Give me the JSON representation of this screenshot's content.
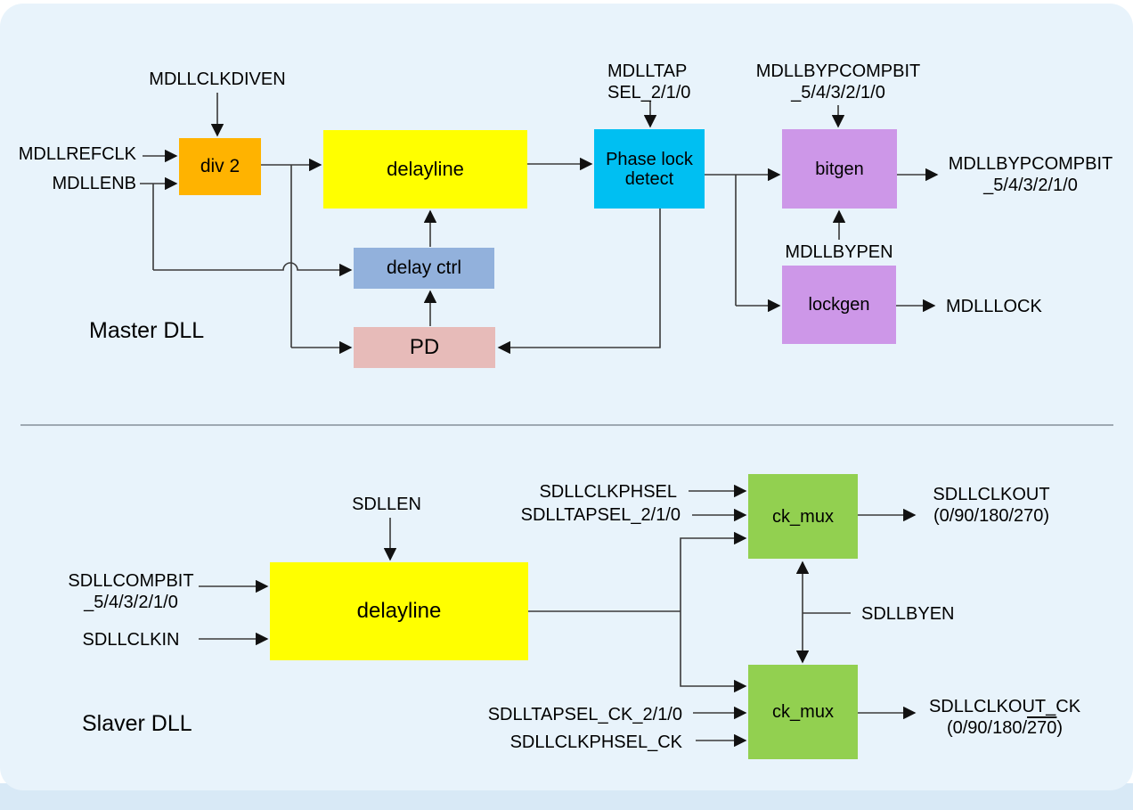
{
  "colors": {
    "panel_background": "#E8F3FB",
    "bottom_strip": "#D8E9F6",
    "box_orange": "#FFB300",
    "box_yellow": "#FFFF00",
    "box_cyan": "#00BFF2",
    "box_periwinkle": "#92B1DC",
    "box_pink": "#E7BBB9",
    "box_purple": "#CD97E8",
    "box_green": "#92D050",
    "wire": "#3A3A3A",
    "divider": "#85909A"
  },
  "master": {
    "title": "Master DLL",
    "boxes": {
      "div2": "div 2",
      "delayline": "delayline",
      "pld_line1": "Phase lock",
      "pld_line2": "detect",
      "delay_ctrl": "delay ctrl",
      "pd": "PD",
      "bitgen": "bitgen",
      "lockgen": "lockgen"
    },
    "signals": {
      "mdllclkdiven": "MDLLCLKDIVEN",
      "mdllrefclk": "MDLLREFCLK",
      "mdllenb": "MDLLENB",
      "mdlltap_line1": "MDLLTAP",
      "mdlltap_line2": "SEL_2/1/0",
      "bypcomp_top_line1": "MDLLBYPCOMPBIT",
      "bypcomp_top_line2": "_5/4/3/2/1/0",
      "mdllbypen": "MDLLBYPEN",
      "bypcomp_out_line1": "MDLLBYPCOMPBIT",
      "bypcomp_out_line2": "_5/4/3/2/1/0",
      "mdlllock": "MDLLLOCK"
    }
  },
  "slaver": {
    "title": "Slaver DLL",
    "boxes": {
      "delayline": "delayline",
      "ckmux_top": "ck_mux",
      "ckmux_bottom": "ck_mux"
    },
    "signals": {
      "sdllen": "SDLLEN",
      "compbit_line1": "SDLLCOMPBIT",
      "compbit_line2": "_5/4/3/2/1/0",
      "sdllclkin": "SDLLCLKIN",
      "sdllclkphsel": "SDLLCLKPHSEL",
      "sdlltapsel": "SDLLTAPSEL_2/1/0",
      "clkout_line1": "SDLLCLKOUT",
      "clkout_line2": "(0/90/180/270)",
      "sdllbyen": "SDLLBYEN",
      "sdlltapsel_ck": "SDLLTAPSEL_CK_2/1/0",
      "sdllclkphsel_ck": "SDLLCLKPHSEL_CK",
      "clkout_ck_line1": "SDLLCLKOUT_CK",
      "clkout_ck_pre": "(0/90/180/",
      "clkout_ck_over": "270",
      "clkout_ck_post": ")"
    }
  }
}
